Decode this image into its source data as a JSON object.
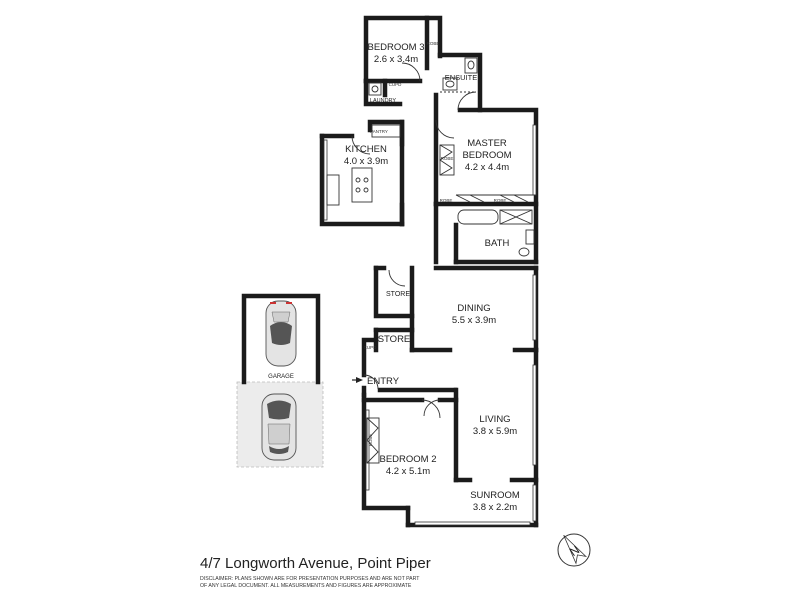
{
  "rooms": {
    "bedroom3": {
      "name": "BEDROOM 3",
      "dims": "2.6 x 3.4m"
    },
    "ensuite": {
      "name": "ENSUITE"
    },
    "laundry": {
      "name": "LAUNDRY"
    },
    "kitchen": {
      "name": "KITCHEN",
      "dims": "4.0 x 3.9m"
    },
    "master": {
      "name1": "MASTER",
      "name2": "BEDROOM",
      "dims": "4.2 x 4.4m"
    },
    "bath": {
      "name": "BATH"
    },
    "store1": {
      "name": "STORE"
    },
    "store2": {
      "name": "STORE"
    },
    "dining": {
      "name": "DINING",
      "dims": "5.5 x 3.9m"
    },
    "entry": {
      "name": "ENTRY"
    },
    "living": {
      "name": "LIVING",
      "dims": "3.8 x 5.9m"
    },
    "bedroom2": {
      "name": "BEDROOM 2",
      "dims": "4.2 x 5.1m"
    },
    "sunroom": {
      "name": "SUNROOM",
      "dims": "3.8 x 2.2m"
    },
    "garage": {
      "name": "GARAGE"
    }
  },
  "labels": {
    "robe": "ROBE",
    "cupd": "CUPD",
    "pantry": "PANTRY"
  },
  "address": "4/7 Longworth Avenue, Point Piper",
  "disclaimer": {
    "line1": "DISCLAIMER:  PLANS SHOWN ARE FOR PRESENTATION PURPOSES AND ARE NOT PART",
    "line2": "OF ANY LEGAL DOCUMENT. ALL MEASUREMENTS AND FIGURES ARE APPROXIMATE"
  },
  "compass": {
    "letter": "N"
  }
}
